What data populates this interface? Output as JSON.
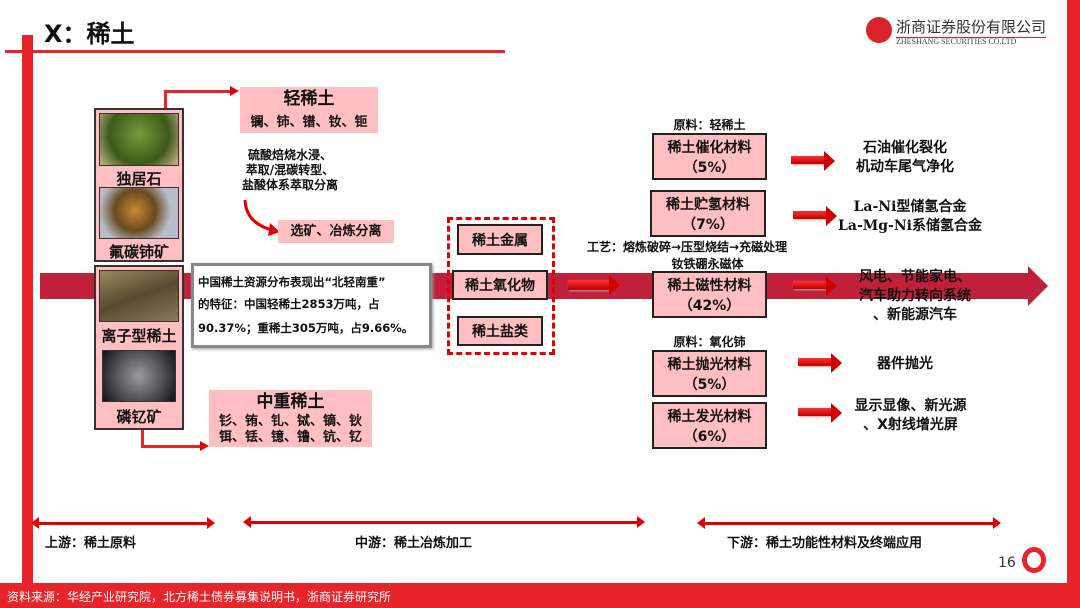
{
  "title": "X：稀土",
  "logo": {
    "cn": "浙商证券股份有限公司",
    "en": "ZHESHANG SECURITIES CO.LTD"
  },
  "upstream": {
    "minerals": [
      "独居石",
      "氟碳铈矿",
      "离子型稀土",
      "磷钇矿"
    ],
    "light": {
      "title": "轻稀土",
      "elements": "镧、铈、镨、钕、钷"
    },
    "process_lines": [
      "硫酸焙烧水浸、",
      "萃取/混碳转型、",
      "盐酸体系萃取分离"
    ],
    "separation": "选矿、冶炼分离",
    "info_lines": [
      "中国稀土资源分布表现出“北轻南重”",
      "的特征：中国轻稀土2853万吨，占",
      "90.37%；重稀土305万吨，占9.66%。"
    ],
    "heavy": {
      "title": "中重稀土",
      "elements_1": "钐、铕、钆、铽、镝、钬",
      "elements_2": "铒、铥、镱、镥、钪、钇"
    }
  },
  "midstream": {
    "items": [
      "稀土金属",
      "稀土氧化物",
      "稀土盐类"
    ]
  },
  "downstream": {
    "raw_light": "原料：轻稀土",
    "craft": "工艺：熔炼破碎→压型烧结→充磁处理",
    "ndfeb": "钕铁硼永磁体",
    "raw_ce": "原料：氧化铈",
    "materials": [
      {
        "name": "稀土催化材料",
        "share": "（5%）",
        "apps": [
          "石油催化裂化",
          "机动车尾气净化"
        ]
      },
      {
        "name": "稀土贮氢材料",
        "share": "（7%）",
        "apps": [
          "La-Ni型储氢合金",
          "La-Mg-Ni系储氢合金"
        ]
      },
      {
        "name": "稀土磁性材料",
        "share": "（42%）",
        "apps": [
          "风电、节能家电、",
          "汽车助力转向系统",
          "、新能源汽车"
        ]
      },
      {
        "name": "稀土抛光材料",
        "share": "（5%）",
        "apps": [
          "器件抛光"
        ]
      },
      {
        "name": "稀土发光材料",
        "share": "（6%）",
        "apps": [
          "显示显像、新光源",
          "、X射线增光屏"
        ]
      }
    ]
  },
  "stages": [
    "上游：稀土原料",
    "中游：稀土冶炼加工",
    "下游：稀土功能性材料及终端应用"
  ],
  "page_number": "16",
  "footer": "资料来源：华经产业研究院，北方稀土债券募集说明书，浙商证券研究所",
  "colors": {
    "red": "#e8232a",
    "band": "#c0203a",
    "pink": "#ffbfc2"
  }
}
